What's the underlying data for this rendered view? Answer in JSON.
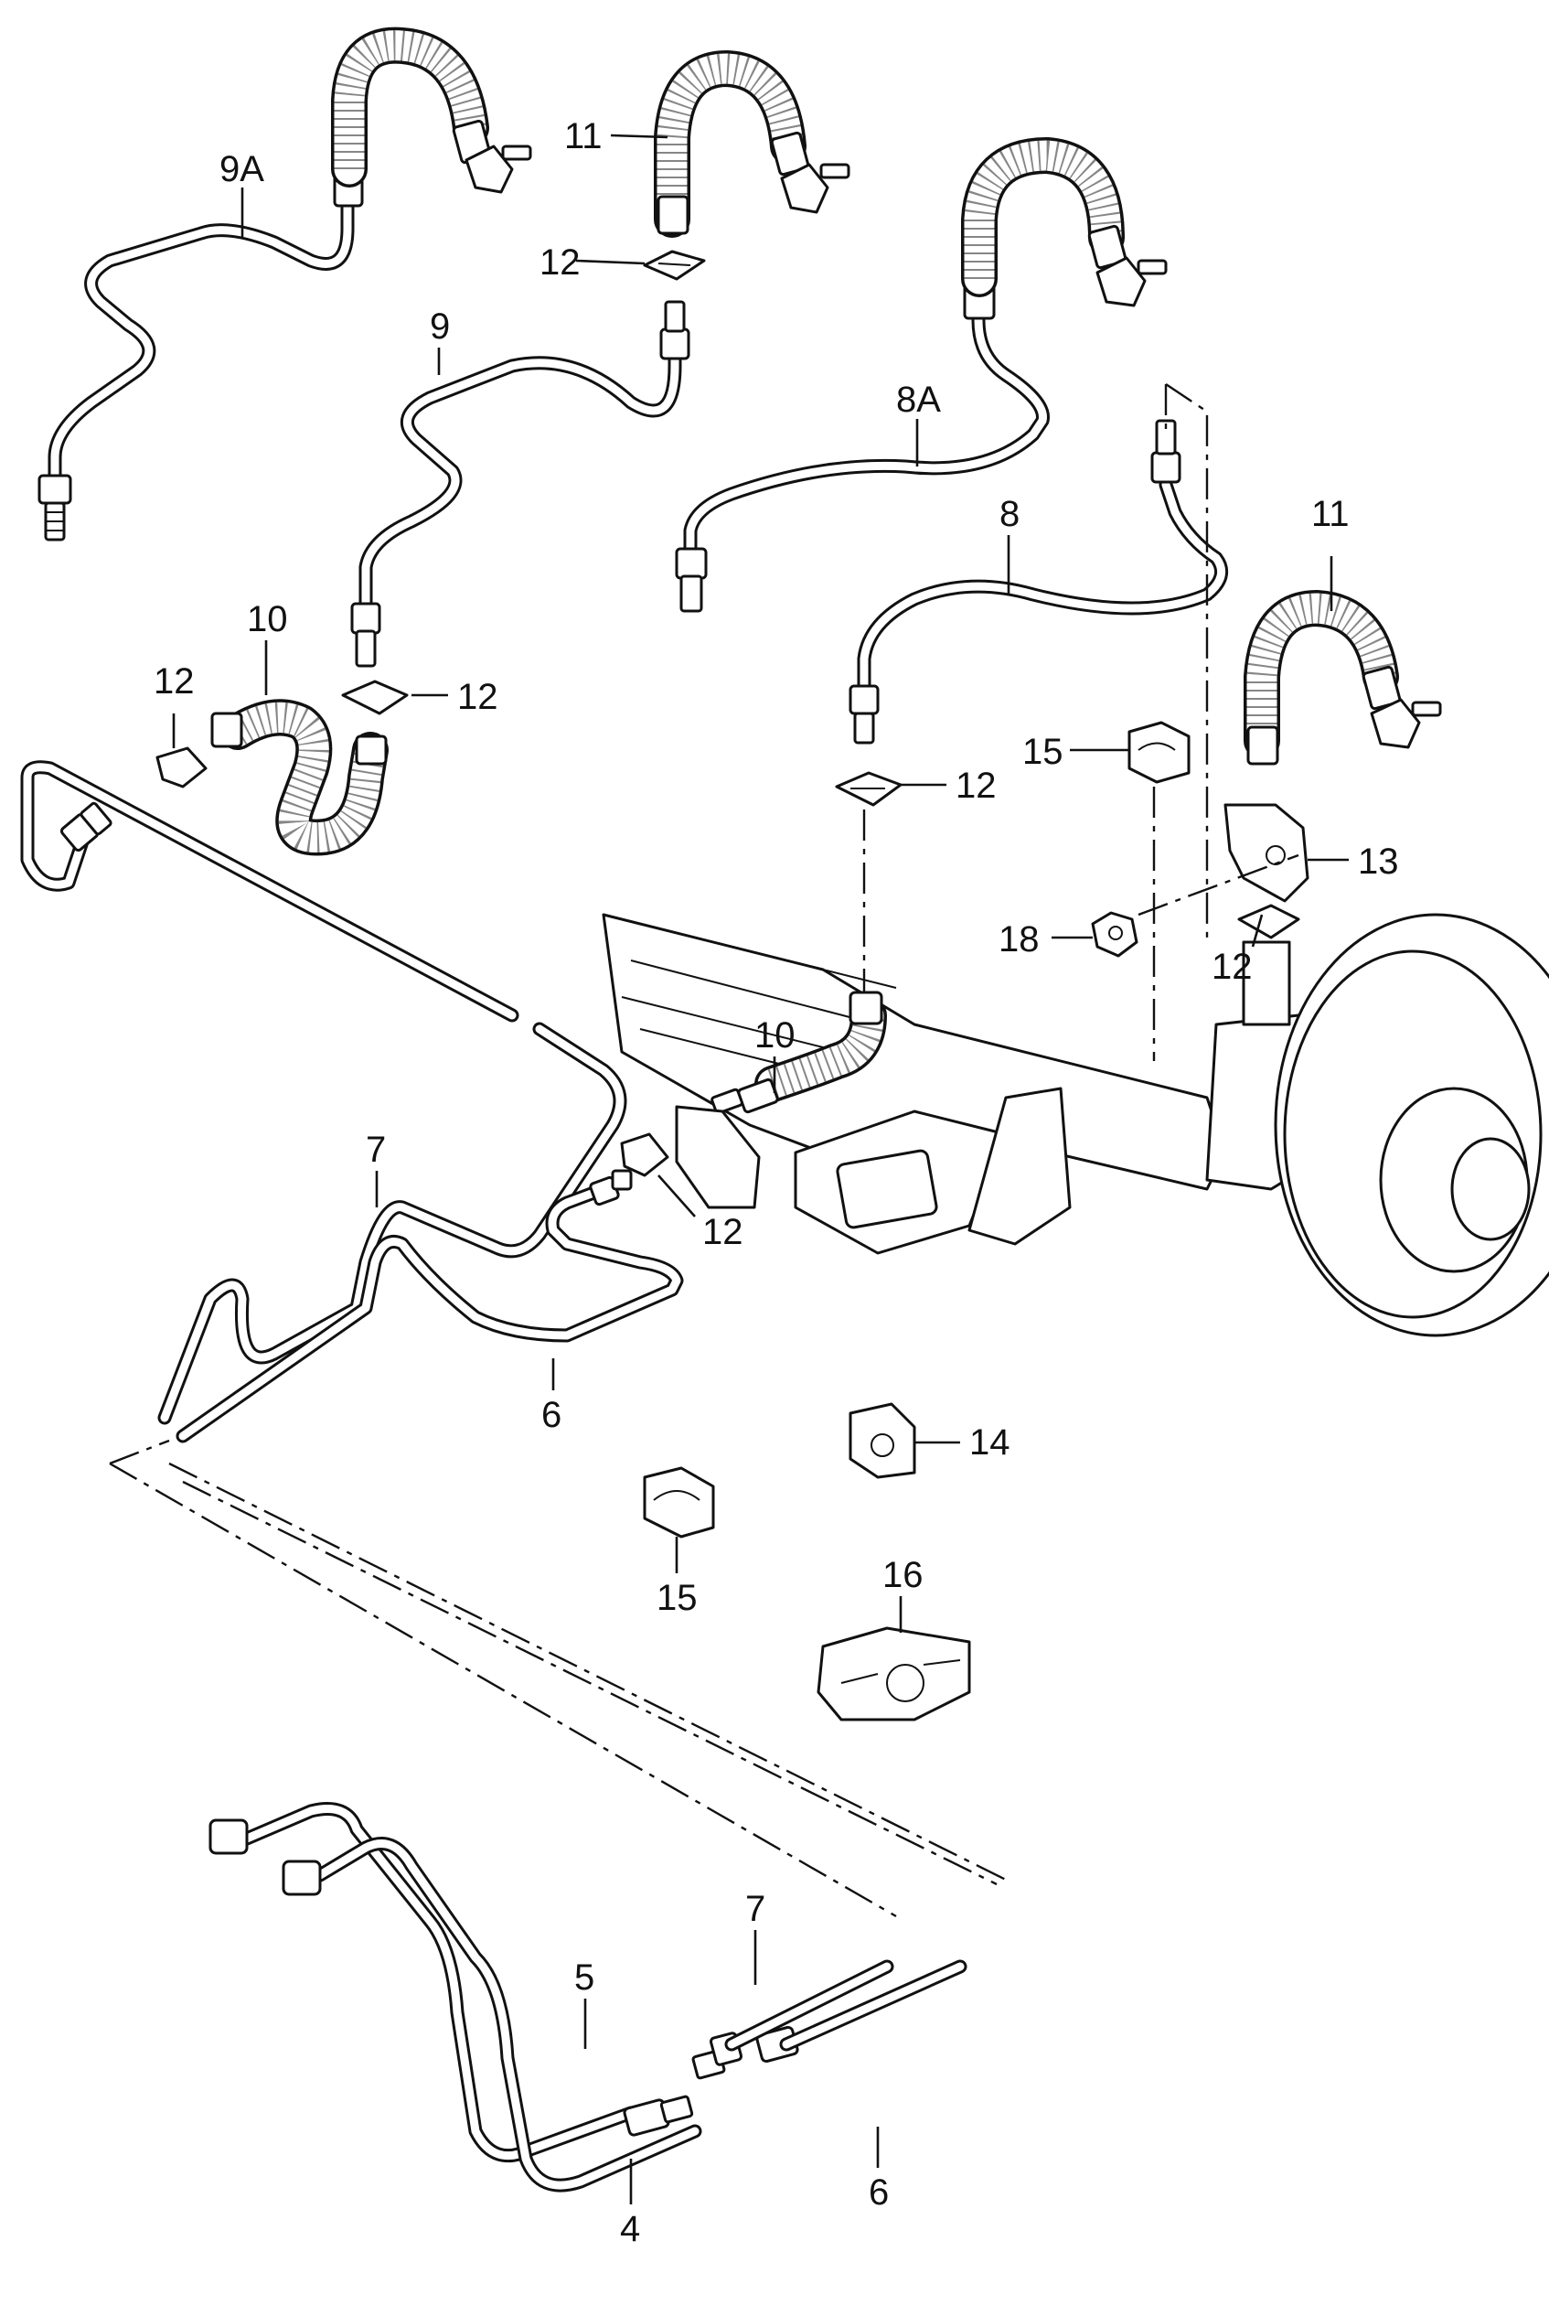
{
  "labels": [
    {
      "id": "9A",
      "text": "9A"
    },
    {
      "id": "11a",
      "text": "11"
    },
    {
      "id": "12a",
      "text": "12"
    },
    {
      "id": "9",
      "text": "9"
    },
    {
      "id": "8A",
      "text": "8A"
    },
    {
      "id": "8",
      "text": "8"
    },
    {
      "id": "11b",
      "text": "11"
    },
    {
      "id": "10a",
      "text": "10"
    },
    {
      "id": "12b",
      "text": "12"
    },
    {
      "id": "12c",
      "text": "12"
    },
    {
      "id": "15a",
      "text": "15"
    },
    {
      "id": "12d",
      "text": "12"
    },
    {
      "id": "13",
      "text": "13"
    },
    {
      "id": "18",
      "text": "18"
    },
    {
      "id": "12e",
      "text": "12"
    },
    {
      "id": "10b",
      "text": "10"
    },
    {
      "id": "7a",
      "text": "7"
    },
    {
      "id": "12f",
      "text": "12"
    },
    {
      "id": "6a",
      "text": "6"
    },
    {
      "id": "14",
      "text": "14"
    },
    {
      "id": "15b",
      "text": "15"
    },
    {
      "id": "16",
      "text": "16"
    },
    {
      "id": "7b",
      "text": "7"
    },
    {
      "id": "5",
      "text": "5"
    },
    {
      "id": "6b",
      "text": "6"
    },
    {
      "id": "4",
      "text": "4"
    }
  ]
}
